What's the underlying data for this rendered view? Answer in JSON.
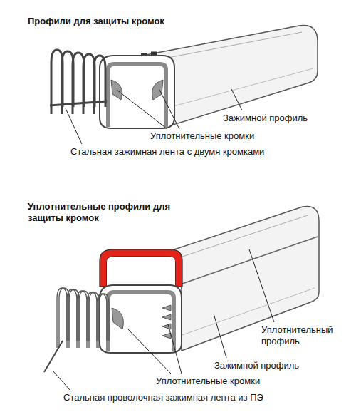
{
  "diagram": {
    "labels": [
      "Профили для защиты кромок",
      "Зажимной профиль",
      "Уплотнительные кромки",
      "Стальная зажимная лента с двумя кромками",
      "Уплотнительные профили для защиты кромок",
      "Уплотнительный профиль",
      "Зажимной профиль",
      "Уплотнительные кромки",
      "Стальная проволочная зажимная лента из ПЭ"
    ]
  }
}
